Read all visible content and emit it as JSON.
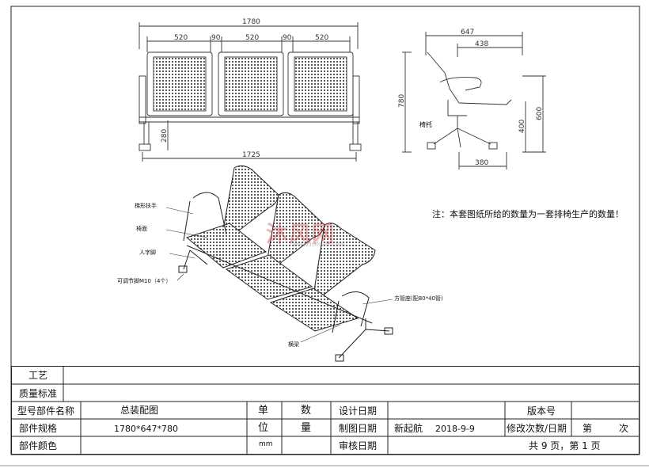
{
  "drawing": {
    "front_dims": {
      "total": "1780",
      "seg1": "520",
      "gap1": "90",
      "seg2": "520",
      "gap2": "90",
      "seg3": "520",
      "base": "1725",
      "height": "280"
    },
    "side_dims": {
      "depth": "647",
      "seat_depth": "438",
      "height_total": "780",
      "arm_height": "600",
      "seat_height": "400",
      "foot_span": "380"
    },
    "side_label": "椅托",
    "callouts": [
      "梯形扶手",
      "椅面",
      "人字脚",
      "可调节脚M10（4个）",
      "方管座(配80*40管)",
      "横梁"
    ],
    "note": "注：本套图纸所给的数量为一套排椅生产的数量！",
    "watermark": "沐风网",
    "watermark_url": "www.mfcad.com"
  },
  "title_block": {
    "row_process_label": "工艺",
    "row_quality_label": "质量标准",
    "model_label": "型号部件名称",
    "model_value": "总装配图",
    "spec_label": "部件规格",
    "spec_value": "1780*647*780",
    "color_label": "部件颜色",
    "unit_label_1": "单",
    "unit_label_2": "位",
    "unit_value": "mm",
    "qty_label_1": "数",
    "qty_label_2": "量",
    "design_date_label": "设计日期",
    "draw_date_label": "制图日期",
    "review_date_label": "审核日期",
    "drafter": "新起航",
    "draw_date": "2018-9-9",
    "version_label": "版本号",
    "revision_label": "修改次数/日期",
    "revision_value_1": "第",
    "revision_value_2": "次",
    "pages": "共  9  页，第  1  页"
  }
}
